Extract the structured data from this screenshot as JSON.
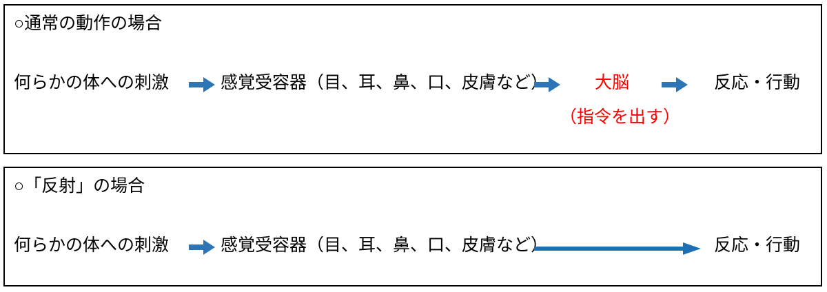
{
  "colors": {
    "arrow_blue": "#2e75b6",
    "arrow_blue_dark": "#1f6fb5",
    "highlight_red": "#ff0000",
    "text_black": "#000000",
    "border_black": "#000000",
    "background": "#ffffff"
  },
  "panels": [
    {
      "id": "normal",
      "heading": "○通常の動作の場合",
      "flow": {
        "stimulus": "何らかの体への刺激",
        "receptor": "感覚受容器（目、耳、鼻、口、皮膚など）",
        "brain": "大脳",
        "brain_note": "（指令を出す）",
        "response": "反応・行動"
      },
      "arrows": [
        {
          "name": "arrow-stimulus-to-receptor",
          "style": "block"
        },
        {
          "name": "arrow-receptor-to-brain",
          "style": "block"
        },
        {
          "name": "arrow-brain-to-response",
          "style": "block"
        }
      ]
    },
    {
      "id": "reflex",
      "heading": "○「反射」の場合",
      "flow": {
        "stimulus": "何らかの体への刺激",
        "receptor": "感覚受容器（目、耳、鼻、口、皮膚など）",
        "response": "反応・行動"
      },
      "arrows": [
        {
          "name": "arrow-stimulus-to-receptor",
          "style": "block"
        },
        {
          "name": "arrow-receptor-to-response-long",
          "style": "line"
        }
      ]
    }
  ]
}
